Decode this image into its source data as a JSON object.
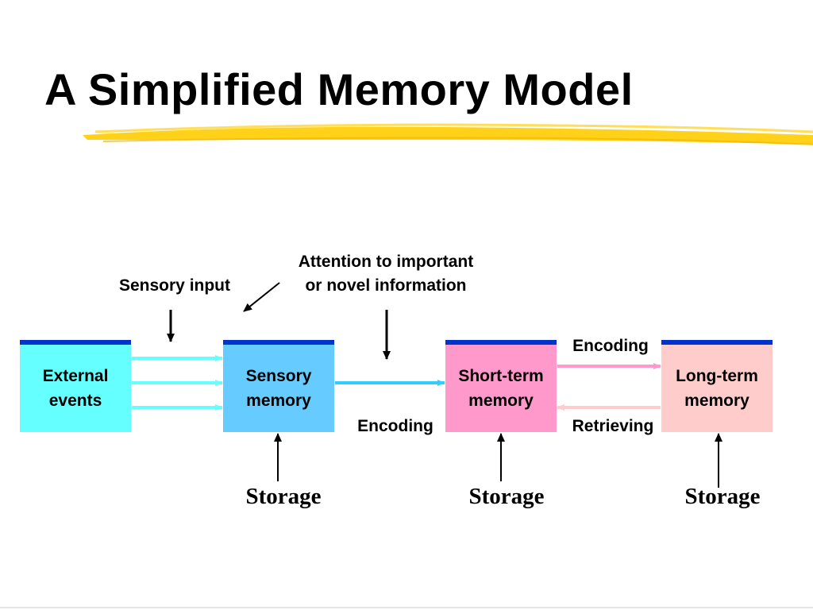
{
  "slide": {
    "title": "A Simplified Memory Model"
  },
  "diagram": {
    "boxes": {
      "external": {
        "line1": "External",
        "line2": "events",
        "fill": "#66FFFF"
      },
      "sensory": {
        "line1": "Sensory",
        "line2": "memory",
        "fill": "#66CCFF"
      },
      "short_term": {
        "line1": "Short-term",
        "line2": "memory",
        "fill": "#FF99CC"
      },
      "long_term": {
        "line1": "Long-term",
        "line2": "memory",
        "fill": "#FFCCCC"
      }
    },
    "labels": {
      "sensory_input": "Sensory input",
      "attention_line1": "Attention to important",
      "attention_line2": "or novel information",
      "encoding_sensory_to_short": "Encoding",
      "encoding_short_to_long": "Encoding",
      "retrieving": "Retrieving"
    },
    "storage_labels": [
      "Storage",
      "Storage",
      "Storage"
    ],
    "colors": {
      "box_top_bar": "#0033CC",
      "highlight": "#FFCC00",
      "arrow_external": "#66FFFF",
      "arrow_sensory": "#33CCFF",
      "arrow_encoding": "#FF99CC",
      "arrow_retrieving": "#FFCCCC"
    }
  }
}
